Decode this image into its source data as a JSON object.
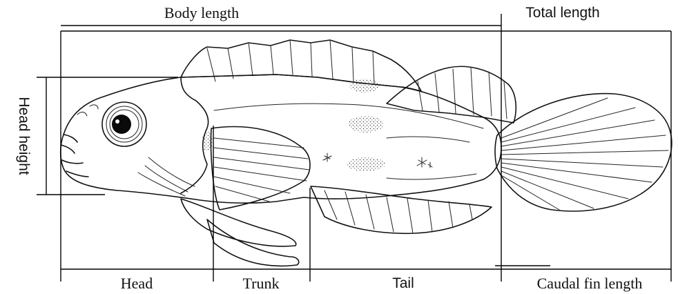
{
  "labels": {
    "body_length": "Body length",
    "total_length": "Total length",
    "head_height": "Head height",
    "head": "Head",
    "trunk": "Trunk",
    "tail": "Tail",
    "caudal_fin_length": "Caudal fin length"
  }
}
